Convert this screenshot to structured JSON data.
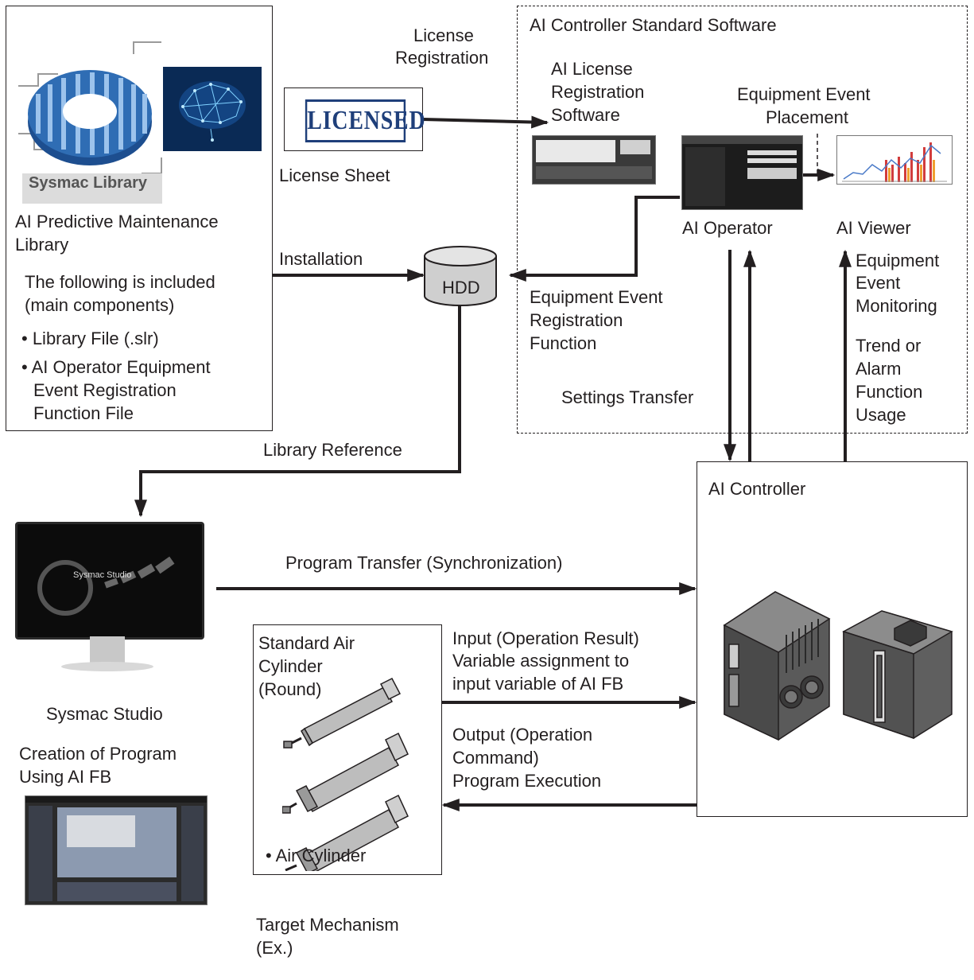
{
  "library_box": {
    "logo_text": "Sysmac Library",
    "title_line1": "AI Predictive Maintenance",
    "title_line2": "Library",
    "included_line1": "The following is included",
    "included_line2": "(main components)",
    "item1": "• Library File (.slr)",
    "item2_line1": "• AI Operator Equipment",
    "item2_line2": "Event Registration",
    "item2_line3": "Function File"
  },
  "license": {
    "reg_line1": "License",
    "reg_line2": "Registration",
    "stamp_text": "LICENSED",
    "sheet_label": "License Sheet"
  },
  "software_box": {
    "title": "AI Controller Standard Software",
    "ai_license_line1": "AI License",
    "ai_license_line2": "Registration",
    "ai_license_line3": "Software",
    "placement_line1": "Equipment Event",
    "placement_line2": "Placement",
    "ai_operator": "AI Operator",
    "ai_viewer": "AI Viewer",
    "reg_func_line1": "Equipment Event",
    "reg_func_line2": "Registration",
    "reg_func_line3": "Function",
    "monitoring_line1": "Equipment",
    "monitoring_line2": "Event",
    "monitoring_line3": "Monitoring",
    "trend_line1": "Trend or",
    "trend_line2": "Alarm",
    "trend_line3": "Function",
    "trend_line4": "Usage",
    "settings_transfer": "Settings Transfer"
  },
  "hdd": {
    "label": "HDD",
    "installation": "Installation",
    "library_reference": "Library Reference"
  },
  "studio": {
    "screen_text": "Sysmac Studio",
    "label": "Sysmac Studio",
    "creation_line1": "Creation of Program",
    "creation_line2": "Using AI FB"
  },
  "controller": {
    "title": "AI Controller",
    "program_transfer": "Program Transfer (Synchronization)",
    "input_line1": "Input (Operation Result)",
    "input_line2": "Variable assignment to",
    "input_line3": "input variable of AI FB",
    "output_line1": "Output (Operation",
    "output_line2": "Command)",
    "output_line3": "Program Execution"
  },
  "cylinder_box": {
    "title_line1": "Standard Air",
    "title_line2": "Cylinder",
    "title_line3": "(Round)",
    "item": "• Air Cylinder",
    "target_line1": "Target Mechanism",
    "target_line2": "(Ex.)"
  }
}
